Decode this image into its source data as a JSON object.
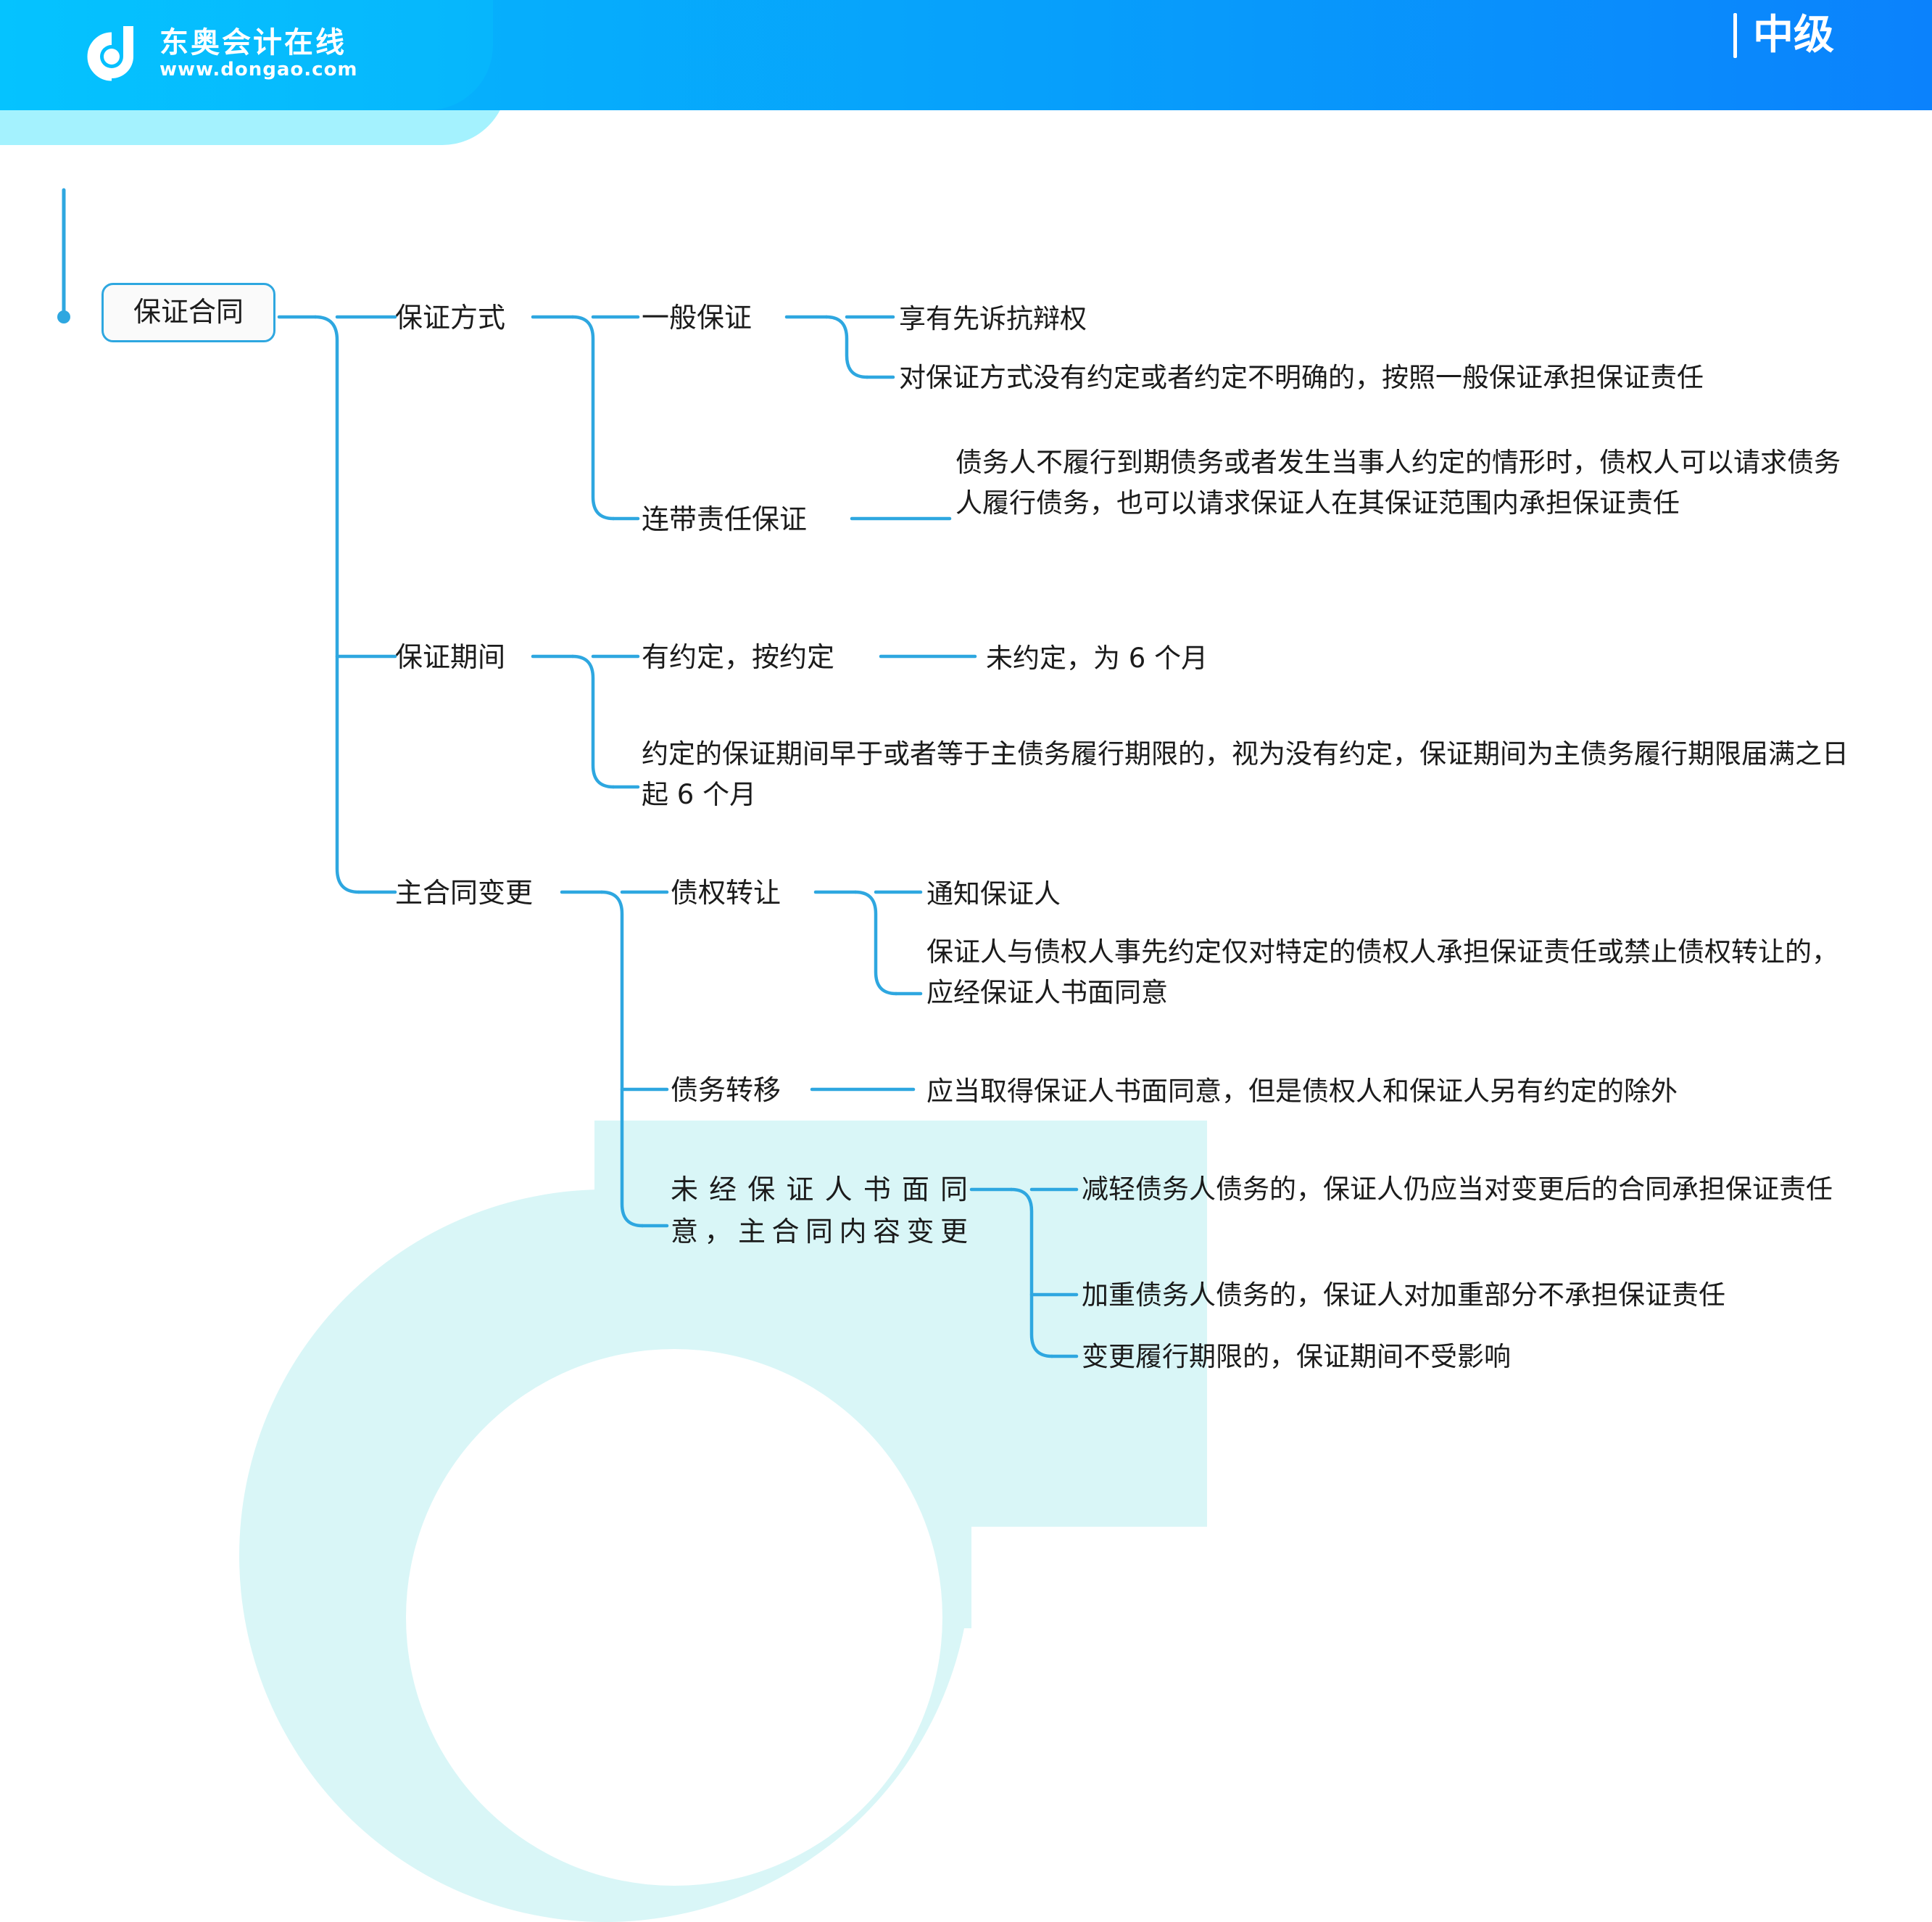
{
  "header": {
    "logo_cn": "东奥会计在线",
    "logo_url": "www.dongao.com",
    "logo_icon": "dongao-d-logo",
    "level_label": "中级",
    "brand_color": "#06B6FC",
    "brand_color_right": "#0B82FC",
    "accent_cyan": "#A4F2FE"
  },
  "mindmap": {
    "line_color": "#2EA7E0",
    "root": {
      "label": "保证合同"
    },
    "branches": [
      {
        "label": "保证方式",
        "children": [
          {
            "label": "一般保证",
            "children": [
              {
                "label": "享有先诉抗辩权"
              },
              {
                "label": "对保证方式没有约定或者约定不明确的，按照一般保证承担保证责任"
              }
            ]
          },
          {
            "label": "连带责任保证",
            "children": [
              {
                "label": "债务人不履行到期债务或者发生当事人约定的情形时，债权人可以请求债务人履行债务，也可以请求保证人在其保证范围内承担保证责任"
              }
            ]
          }
        ]
      },
      {
        "label": "保证期间",
        "children": [
          {
            "label": "有约定，按约定",
            "children": [
              {
                "label": "未约定，为 6 个月"
              }
            ]
          },
          {
            "label": "约定的保证期间早于或者等于主债务履行期限的，视为没有约定，保证期间为主债务履行期限届满之日起 6 个月"
          }
        ]
      },
      {
        "label": "主合同变更",
        "children": [
          {
            "label": "债权转让",
            "children": [
              {
                "label": "通知保证人"
              },
              {
                "label": "保证人与债权人事先约定仅对特定的债权人承担保证责任或禁止债权转让的，应经保证人书面同意"
              }
            ]
          },
          {
            "label": "债务转移",
            "children": [
              {
                "label": "应当取得保证人书面同意，但是债权人和保证人另有约定的除外"
              }
            ]
          },
          {
            "label": "未经保证人书面同意，主合同内容变更",
            "label_line1": "未经保证人书面同",
            "label_line2": "意，主合同内容变更",
            "children": [
              {
                "label": "减轻债务人债务的，保证人仍应当对变更后的合同承担保证责任"
              },
              {
                "label": "加重债务人债务的，保证人对加重部分不承担保证责任"
              },
              {
                "label": "变更履行期限的，保证期间不受影响"
              }
            ]
          }
        ]
      }
    ]
  }
}
